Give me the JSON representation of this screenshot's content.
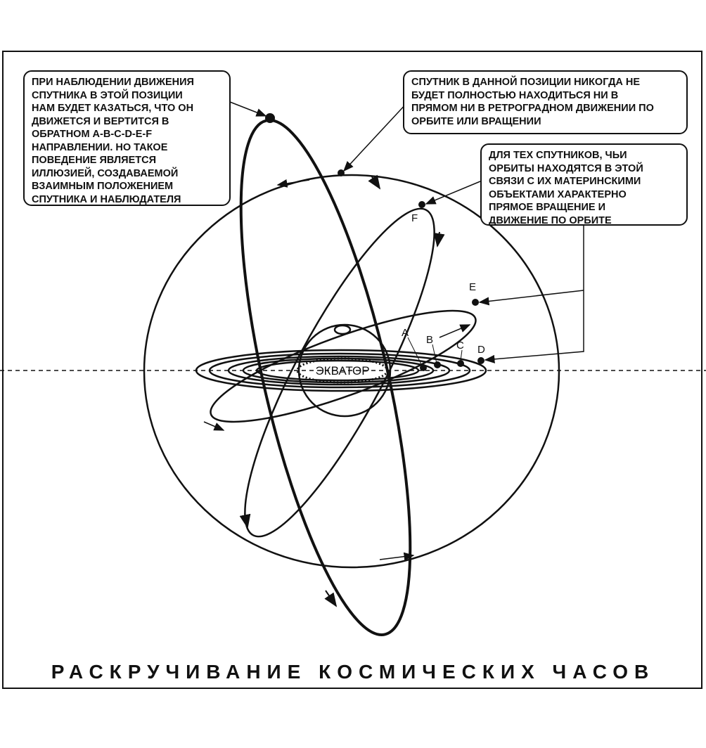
{
  "title": "РАСКРУЧИВАНИЕ КОСМИЧЕСКИХ ЧАСОВ",
  "planet_label": "ЭКВАТОР",
  "point_labels": [
    "A",
    "B",
    "C",
    "D",
    "E",
    "F"
  ],
  "callouts": {
    "illusion": [
      "ПРИ НАБЛЮДЕНИИ ДВИЖЕНИЯ",
      "СПУТНИКА В ЭТОЙ ПОЗИЦИИ",
      "НАМ БУДЕТ КАЗАТЬСЯ, ЧТО ОН",
      "ДВИЖЕТСЯ И ВЕРТИТСЯ В",
      "ОБРАТНОМ A-B-C-D-E-F",
      "НАПРАВЛЕНИИ. НО ТАКОЕ",
      "ПОВЕДЕНИЕ ЯВЛЯЕТСЯ",
      "ИЛЛЮЗИЕЙ, СОЗДАВАЕМОЙ",
      "ВЗАИМНЫМ ПОЛОЖЕНИЕМ",
      "СПУТНИКА И НАБЛЮДАТЕЛЯ"
    ],
    "neutral": [
      "СПУТНИК В ДАННОЙ ПОЗИЦИИ НИКОГДА НЕ",
      "БУДЕТ ПОЛНОСТЬЮ НАХОДИТЬСЯ НИ В",
      "ПРЯМОМ НИ В РЕТРОГРАДНОМ ДВИЖЕНИИ ПО",
      "ОРБИТЕ ИЛИ ВРАЩЕНИИ"
    ],
    "direct": [
      "ДЛЯ ТЕХ СПУТНИКОВ, ЧЬИ",
      "ОРБИТЫ НАХОДЯТСЯ В ЭТОЙ",
      "СВЯЗИ С ИХ МАТЕРИНСКИМИ",
      "ОБЪЕКТАМИ ХАРАКТЕРНО",
      "ПРЯМОЕ ВРАЩЕНИЕ И",
      "ДВИЖЕНИЕ ПО ОРБИТЕ"
    ]
  }
}
